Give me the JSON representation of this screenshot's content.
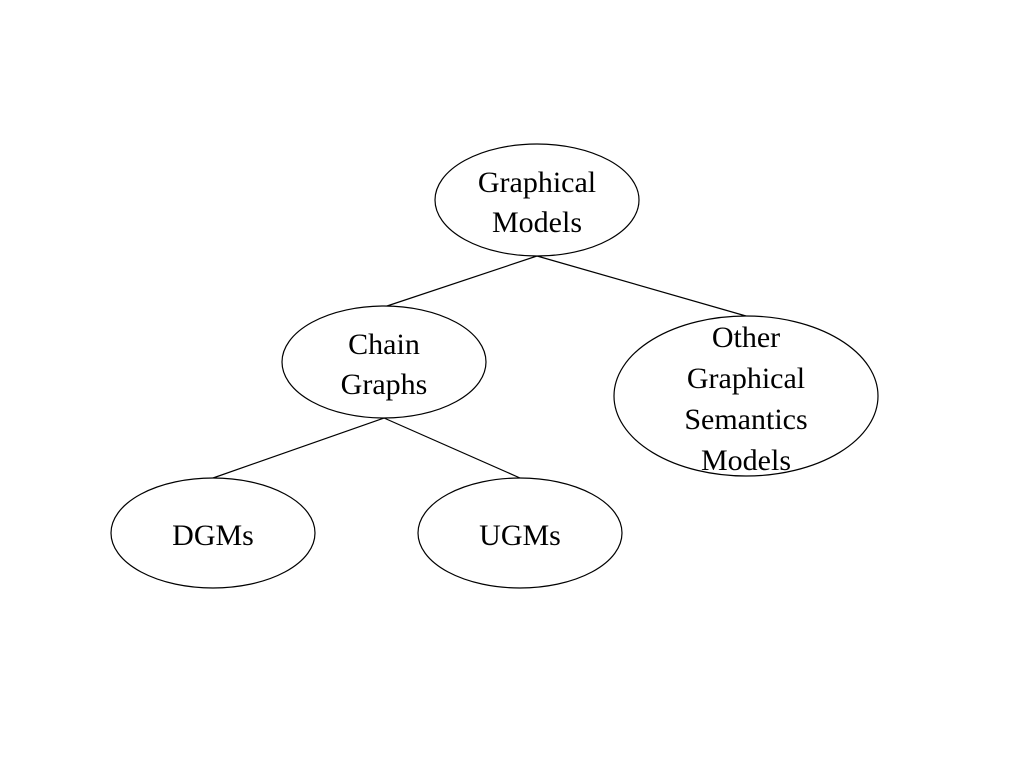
{
  "diagram": {
    "type": "tree",
    "nodes": {
      "graphical_models": {
        "lines": [
          "Graphical",
          "Models"
        ]
      },
      "chain_graphs": {
        "lines": [
          "Chain",
          "Graphs"
        ]
      },
      "other_semantics": {
        "lines": [
          "Other",
          "Graphical",
          "Semantics",
          "Models"
        ]
      },
      "dgms": {
        "lines": [
          "DGMs"
        ]
      },
      "ugms": {
        "lines": [
          "UGMs"
        ]
      }
    },
    "edges": [
      {
        "from": "graphical_models",
        "to": "chain_graphs"
      },
      {
        "from": "graphical_models",
        "to": "other_semantics"
      },
      {
        "from": "chain_graphs",
        "to": "dgms"
      },
      {
        "from": "chain_graphs",
        "to": "ugms"
      }
    ]
  }
}
